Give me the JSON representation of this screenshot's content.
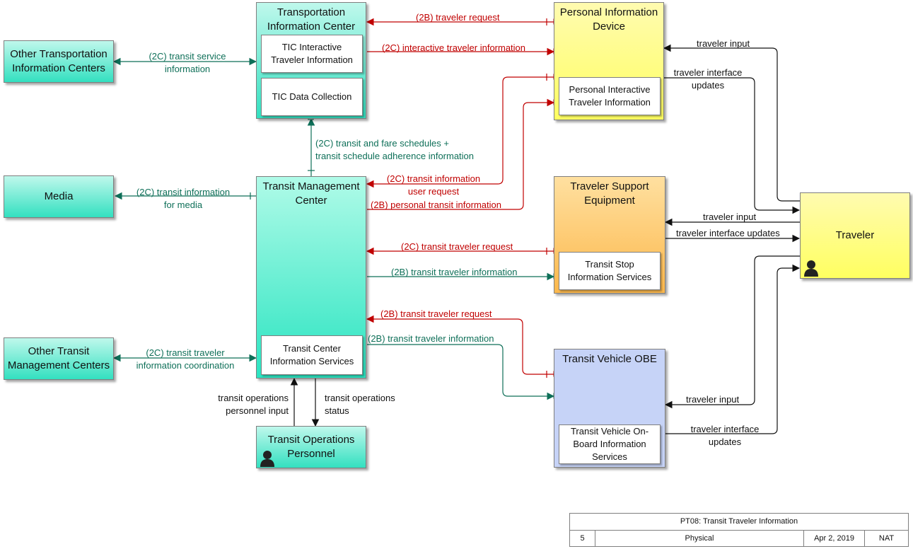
{
  "colors": {
    "green_flow": "#0e6f58",
    "red_flow": "#c00000",
    "black_flow": "#111111",
    "teal_fill": "#33e0c0",
    "yellow_fill": "#ffff60",
    "orange_fill": "#fcb84c",
    "blue_fill": "#c6d3f7"
  },
  "nodes": {
    "tic": {
      "title": "Transportation\nInformation Center",
      "subs": {
        "interactive": "TIC Interactive\nTraveler Information",
        "collection": "TIC Data Collection"
      }
    },
    "other_tic": {
      "title": "Other Transportation\nInformation Centers"
    },
    "media": {
      "title": "Media"
    },
    "tmc": {
      "title": "Transit Management\nCenter",
      "subs": {
        "info_services": "Transit Center\nInformation Services"
      }
    },
    "other_tmc": {
      "title": "Other Transit\nManagement Centers"
    },
    "ops_personnel": {
      "title": "Transit Operations\nPersonnel",
      "icon": "person-icon"
    },
    "pid": {
      "title": "Personal Information\nDevice",
      "subs": {
        "interactive": "Personal Interactive\nTraveler Information"
      }
    },
    "tse": {
      "title": "Traveler Support\nEquipment",
      "subs": {
        "stop_info": "Transit Stop\nInformation Services"
      }
    },
    "tv_obe": {
      "title": "Transit Vehicle OBE",
      "subs": {
        "onboard": "Transit Vehicle On-\nBoard Information\nServices"
      }
    },
    "traveler": {
      "title": "Traveler",
      "icon": "person-icon"
    }
  },
  "flows": {
    "pid_to_tic_request": "(2B) traveler request",
    "tic_to_pid_interactive": "(2C) interactive traveler information",
    "tic_other_tic": "(2C) transit service\ninformation",
    "tmc_to_tic_schedules": "(2C) transit and fare schedules +\ntransit schedule adherence information",
    "pid_to_tmc_user_request": "(2C) transit information\nuser request",
    "tmc_to_pid_personal": "(2B) personal transit information",
    "tmc_to_media": "(2C) transit information\nfor media",
    "tse_to_tmc_request": "(2C) transit traveler request",
    "tmc_to_tse_info": "(2B) transit traveler information",
    "obe_to_tmc_request": "(2B) transit traveler request",
    "tmc_to_obe_info": "(2B) transit traveler information",
    "tmc_other_tmc": "(2C) transit traveler\ninformation coordination",
    "ops_input": "transit operations\npersonnel input",
    "ops_status": "transit operations\nstatus",
    "traveler_to_pid_input": "traveler input",
    "pid_to_traveler_updates": "traveler interface\nupdates",
    "traveler_to_tse_input": "traveler input",
    "tse_to_traveler_updates": "traveler interface updates",
    "traveler_to_obe_input": "traveler input",
    "obe_to_traveler_updates": "traveler interface\nupdates"
  },
  "title_block": {
    "title": "PT08: Transit Traveler Information",
    "number": "5",
    "view": "Physical",
    "date": "Apr 2, 2019",
    "org": "NAT"
  }
}
